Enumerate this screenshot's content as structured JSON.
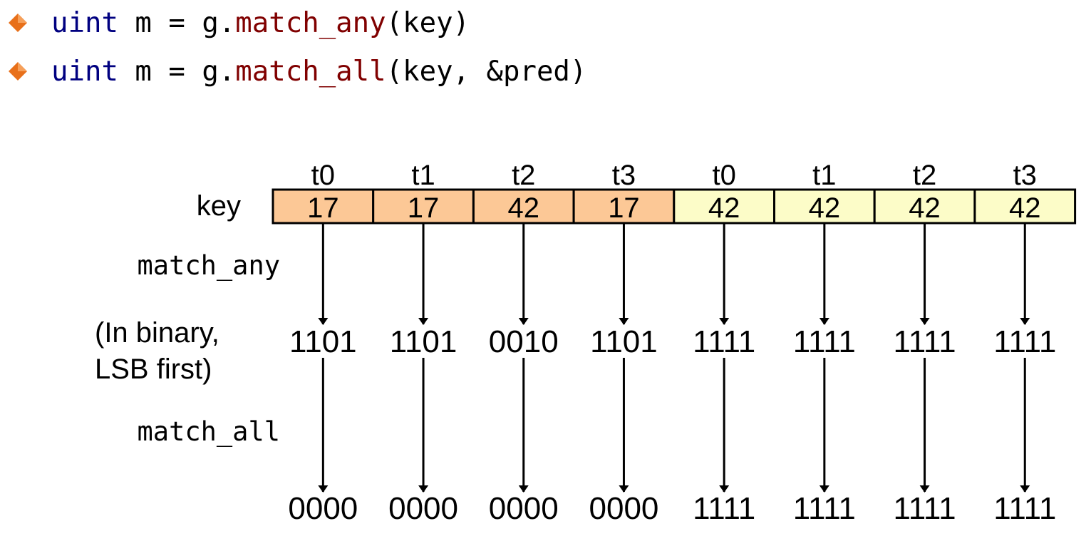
{
  "code_lines": [
    {
      "keyword": "uint",
      "mid": " m = g.",
      "func": "match_any",
      "args": "(key)"
    },
    {
      "keyword": "uint",
      "mid": " m = g.",
      "func": "match_all",
      "args": "(key, &pred)"
    }
  ],
  "diagram": {
    "row_label_key": "key",
    "label_match_any": "match_any",
    "label_binary_line1": "(In binary,",
    "label_binary_line2": "LSB first)",
    "label_match_all": "match_all",
    "threads": [
      "t0",
      "t1",
      "t2",
      "t3",
      "t0",
      "t1",
      "t2",
      "t3"
    ],
    "keys": [
      "17",
      "17",
      "42",
      "17",
      "42",
      "42",
      "42",
      "42"
    ],
    "match_any": [
      "1101",
      "1101",
      "0010",
      "1101",
      "1111",
      "1111",
      "1111",
      "1111"
    ],
    "match_all": [
      "0000",
      "0000",
      "0000",
      "0000",
      "1111",
      "1111",
      "1111",
      "1111"
    ],
    "group_colors": [
      "#FCC896",
      "#FCFCC8"
    ],
    "bullet_color": "#E8701A"
  }
}
